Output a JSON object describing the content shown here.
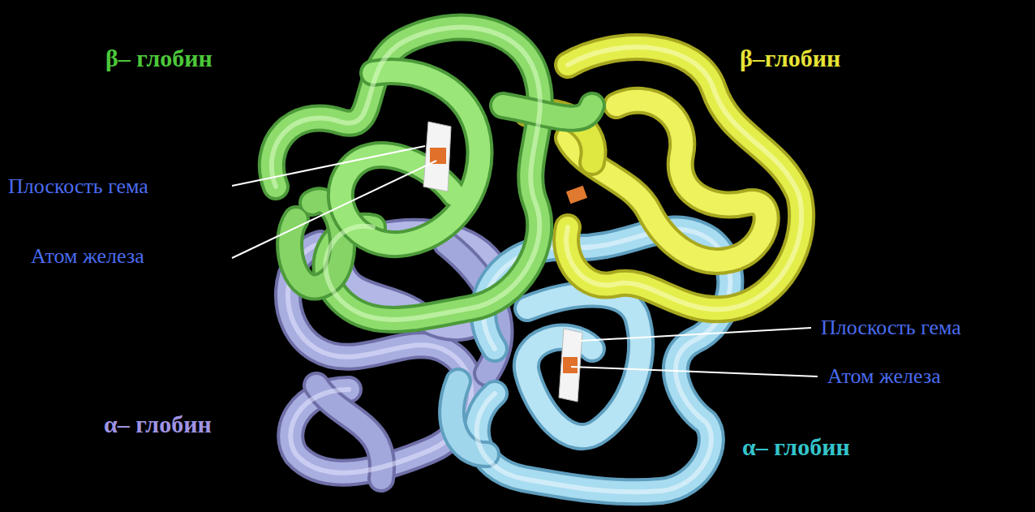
{
  "diagram": {
    "labels": [
      "β– глобин",
      "β–глобин",
      "Плоскость гема",
      "Атом железа",
      "Плоскость гема",
      "Атом железа",
      "α– глобин",
      "α– глобин"
    ]
  }
}
